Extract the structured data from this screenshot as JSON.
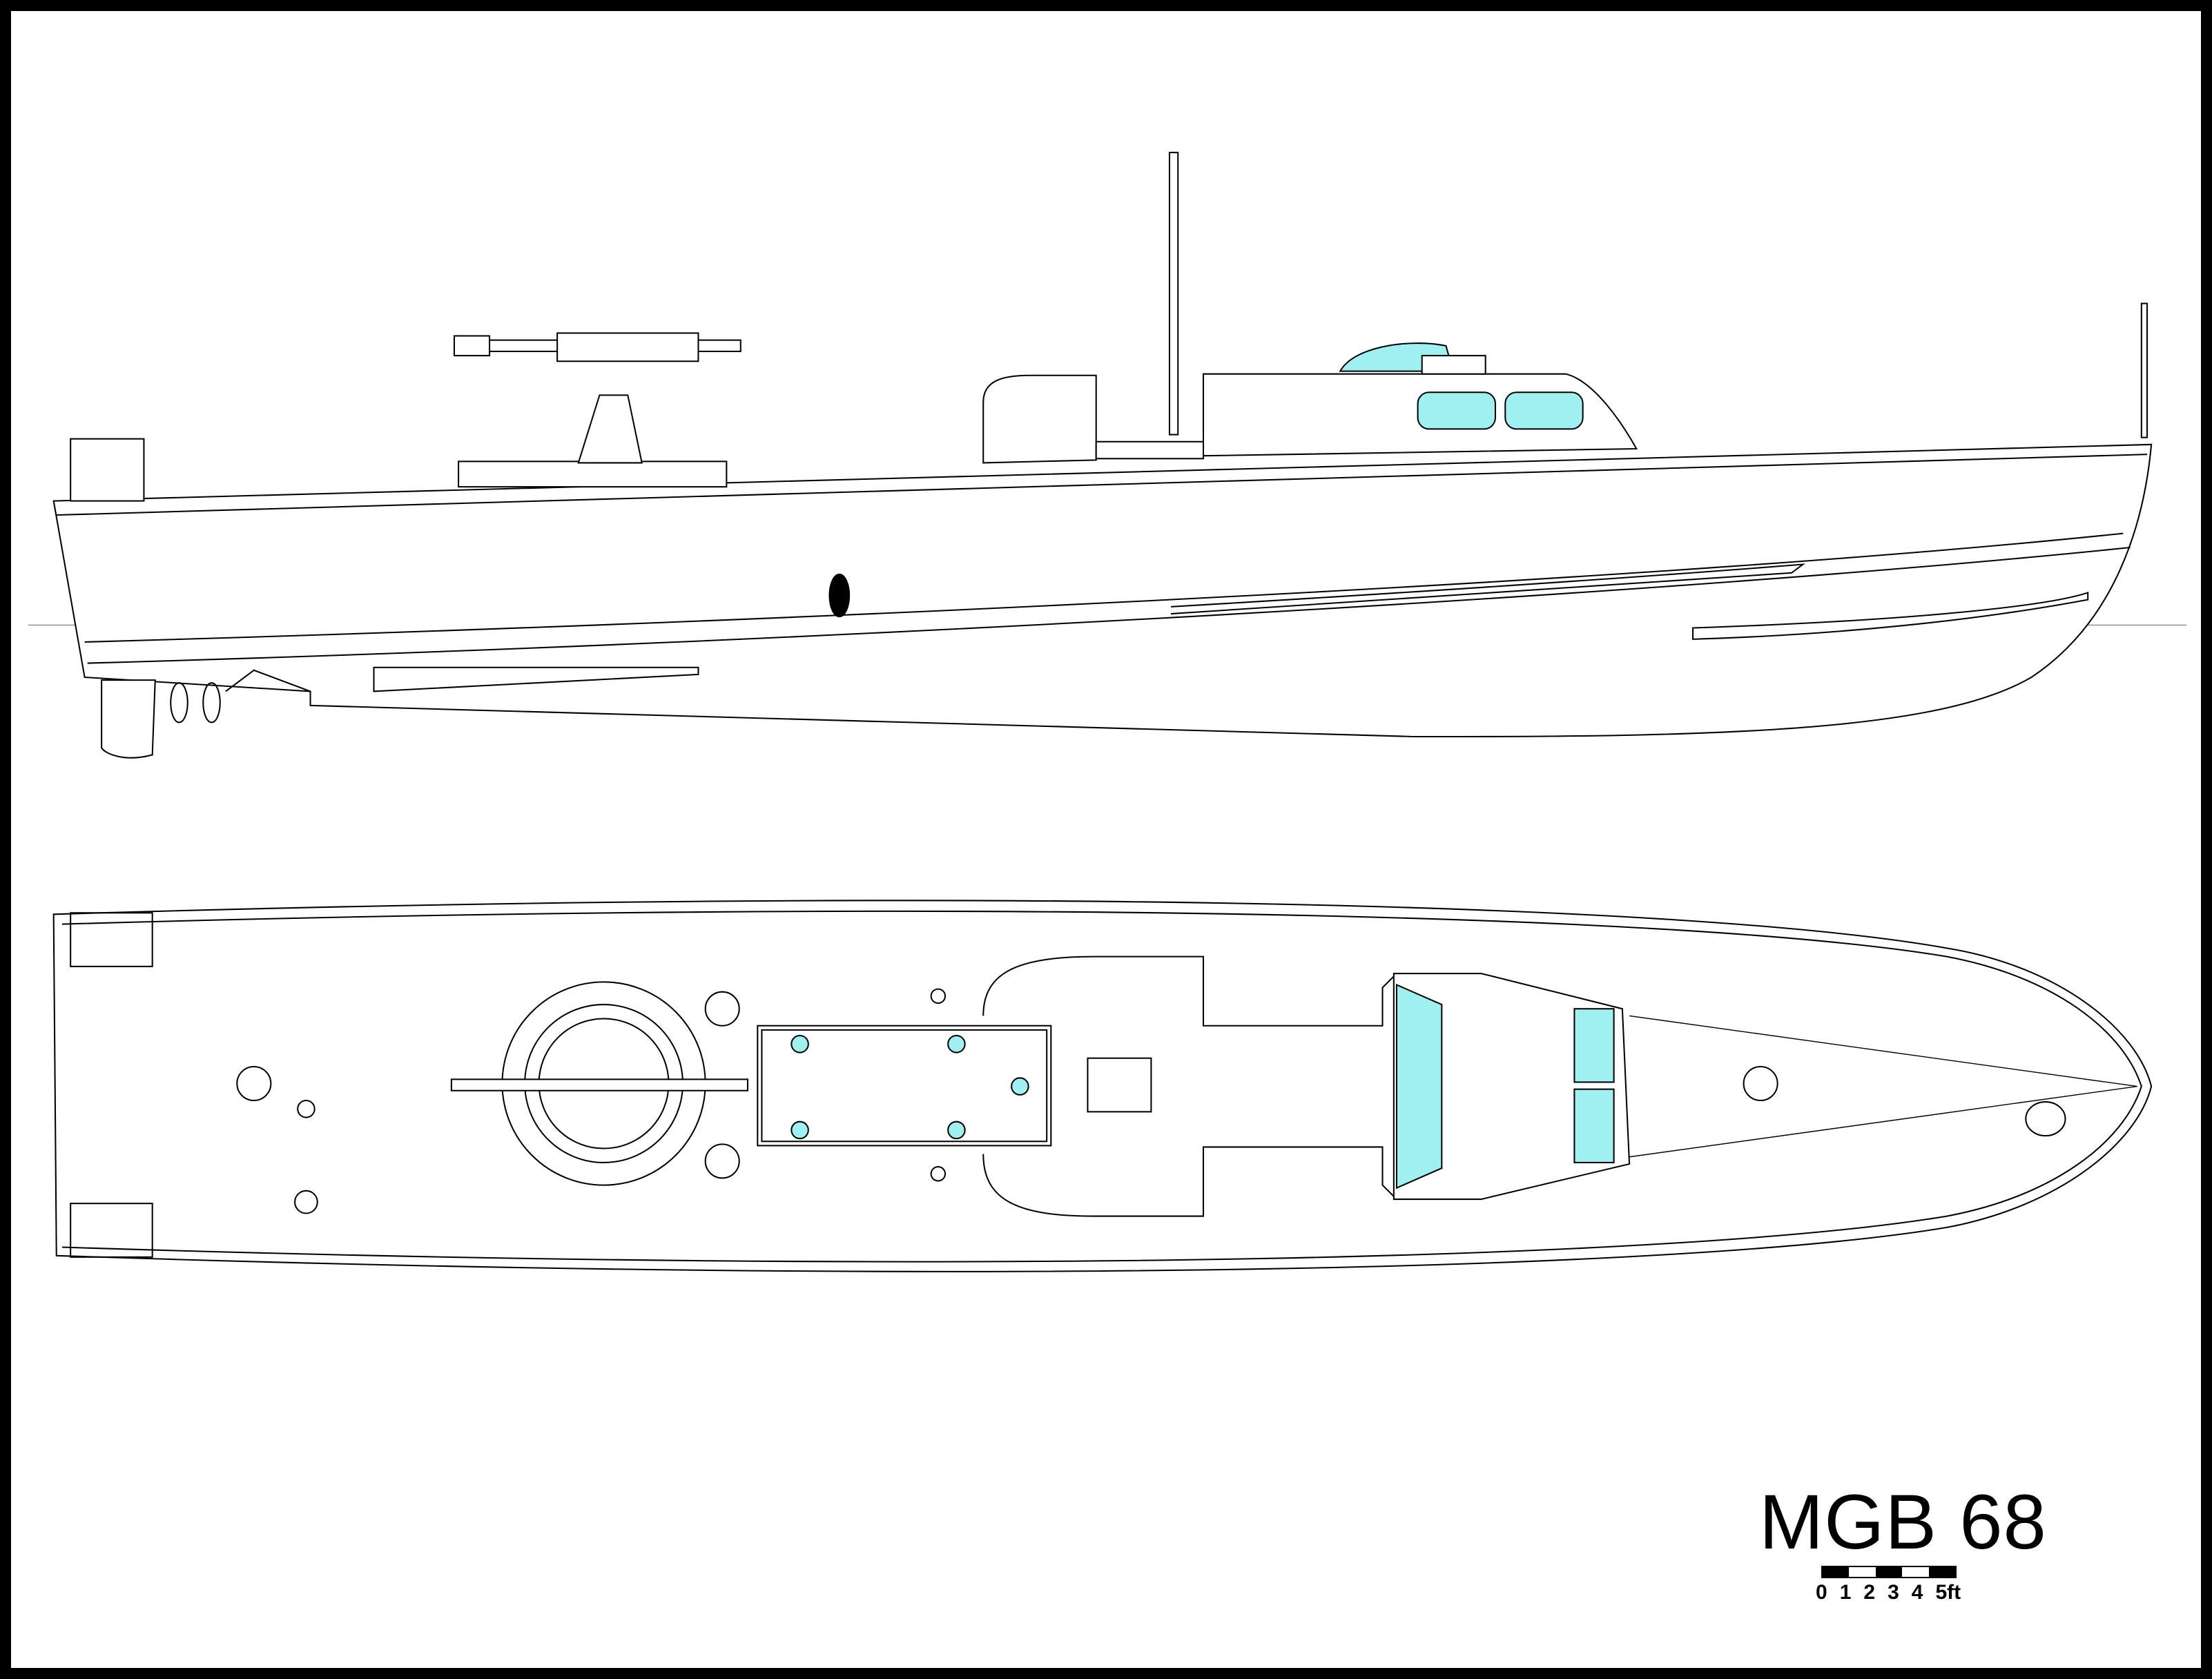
{
  "title": "MGB 68",
  "scale_bar": {
    "labels": [
      "0",
      "1",
      "2",
      "3",
      "4",
      "5ft"
    ],
    "segments": [
      "black",
      "white",
      "black",
      "white",
      "black"
    ]
  },
  "colors": {
    "glass": "#9ff0f0",
    "line": "#000000",
    "background": "#ffffff"
  },
  "views": [
    "side-profile",
    "plan-view"
  ]
}
